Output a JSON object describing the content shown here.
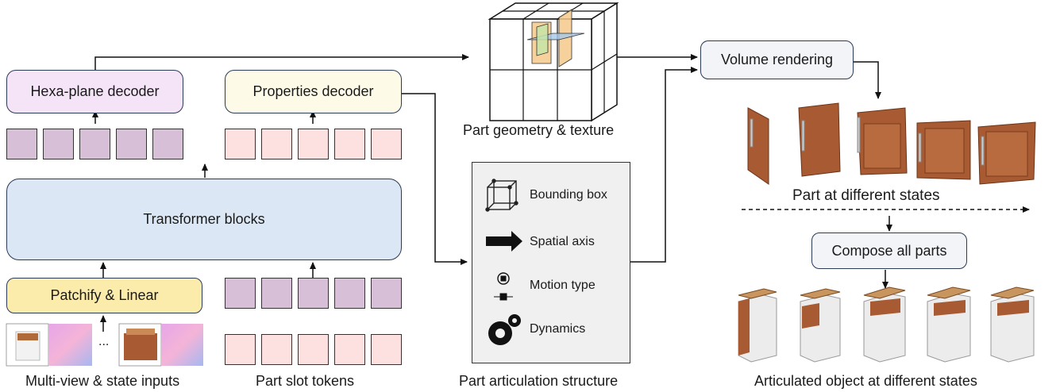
{
  "left": {
    "hexa_decoder": "Hexa-plane decoder",
    "properties_decoder": "Properties decoder",
    "transformer": "Transformer blocks",
    "patchify": "Patchify & Linear",
    "ellipsis": "...",
    "multiview_label": "Multi-view & state inputs",
    "slot_label": "Part slot tokens"
  },
  "middle": {
    "geometry_label": "Part geometry & texture",
    "structure_label": "Part articulation structure",
    "structure_items": [
      {
        "icon": "bounding-box-icon",
        "label": "Bounding box"
      },
      {
        "icon": "arrow-icon",
        "label": "Spatial axis"
      },
      {
        "icon": "motion-icon",
        "label": "Motion type"
      },
      {
        "icon": "gears-icon",
        "label": "Dynamics"
      }
    ]
  },
  "right": {
    "volume_rendering": "Volume rendering",
    "part_states_label": "Part at different states",
    "compose": "Compose all parts",
    "articulated_label": "Articulated object at different states"
  },
  "colors": {
    "decoder_purple": "#f5e3f7",
    "decoder_cream": "#fdfbe8",
    "transformer_blue": "#dbe7f5",
    "patchify_yellow": "#fcecab",
    "token_purple": "#d7bfd8",
    "token_pink": "#fde1e1",
    "wood": "#a85a32"
  }
}
